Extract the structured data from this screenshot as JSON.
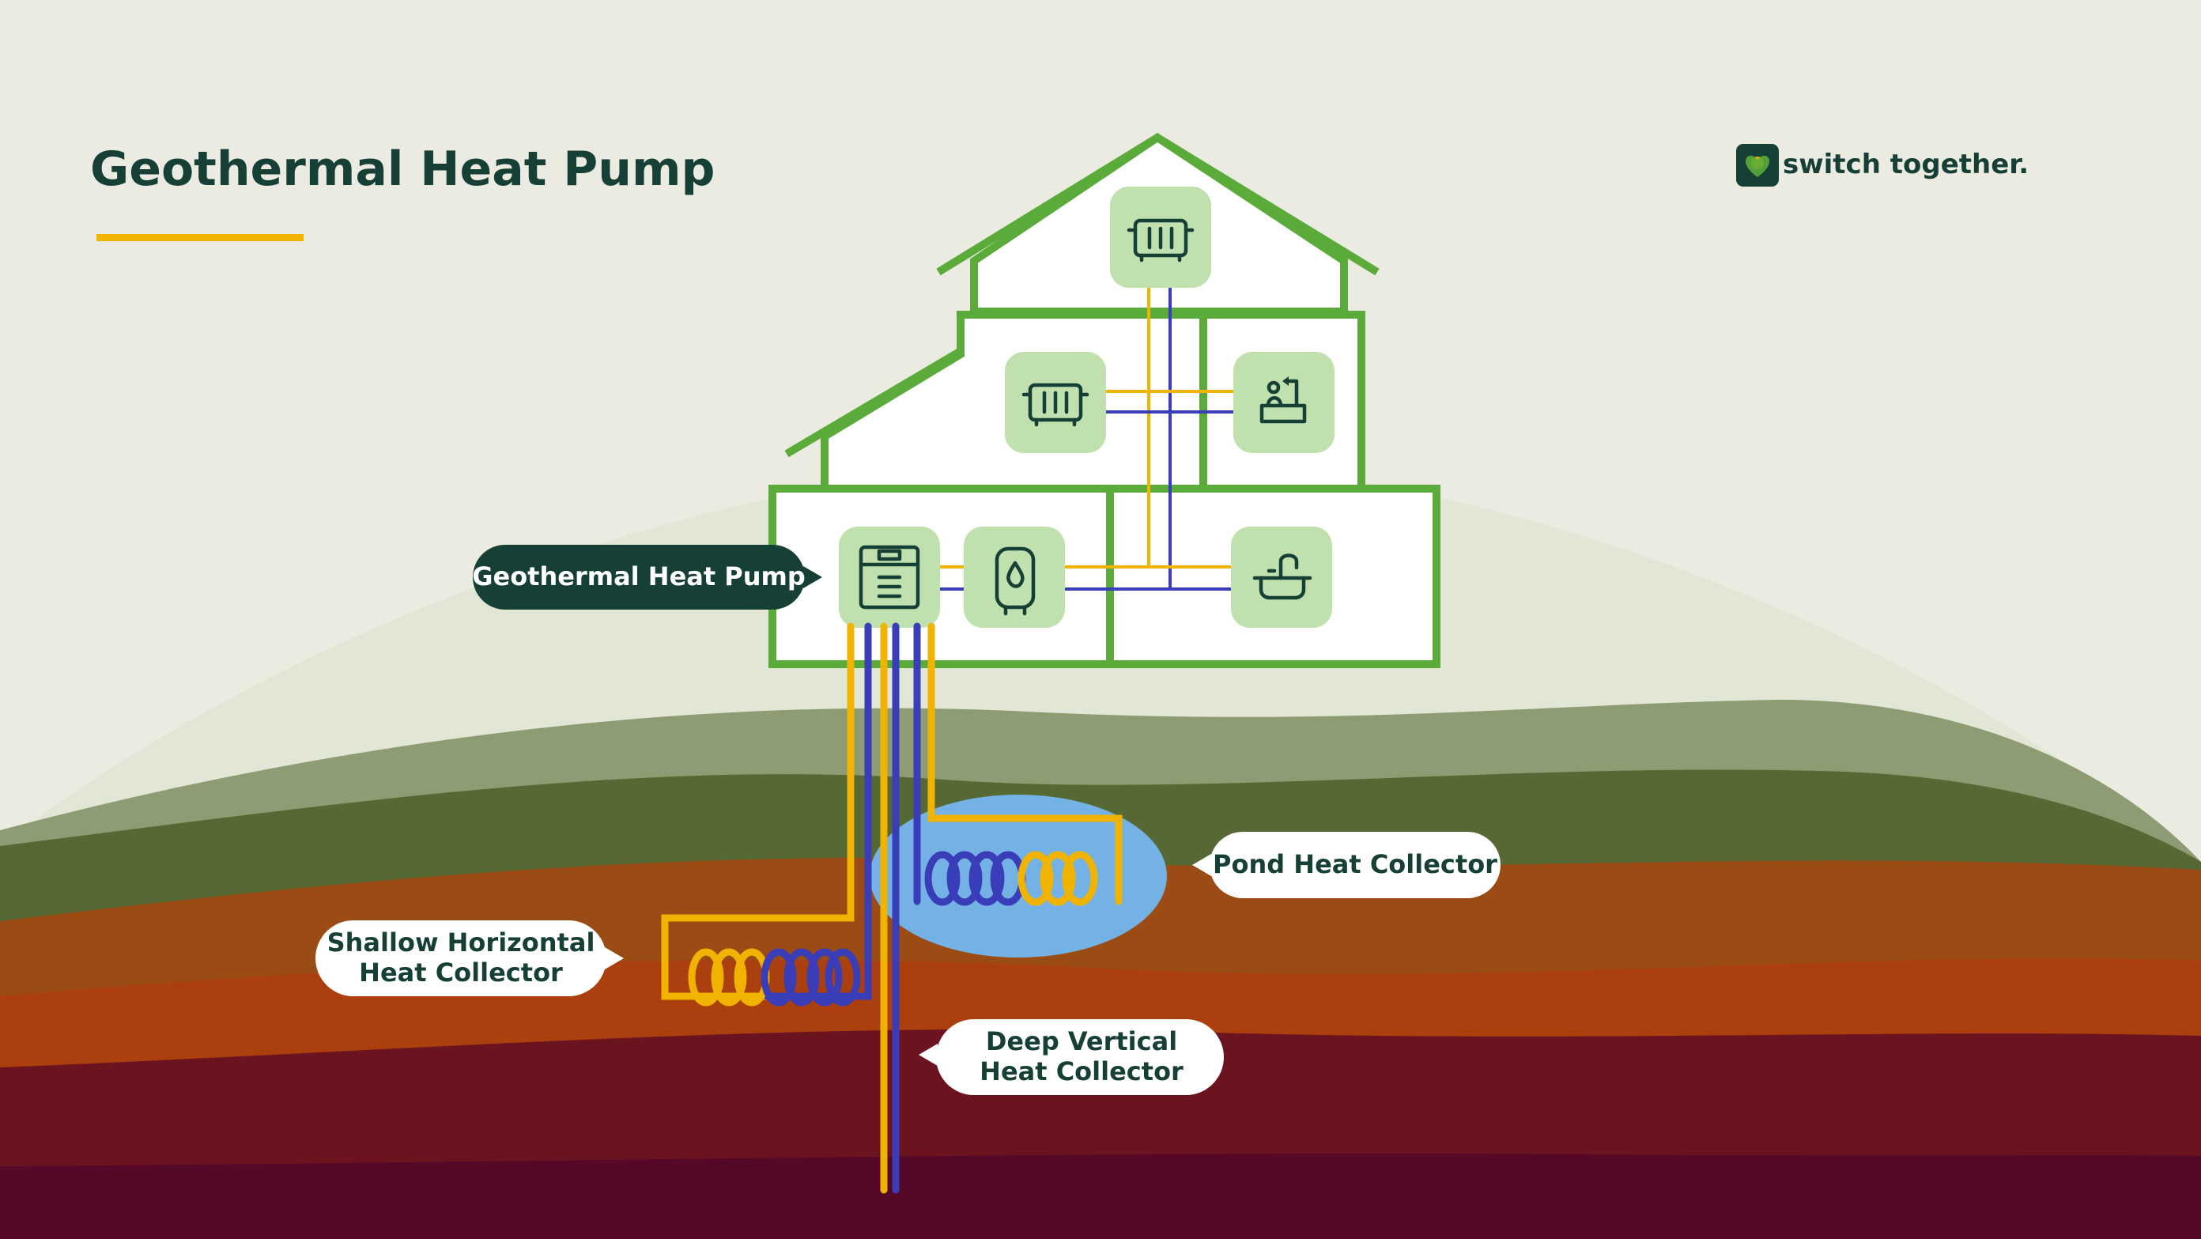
{
  "header": {
    "title": "Geothermal Heat Pump"
  },
  "brand": {
    "name": "switch together.",
    "icon": "heart-sun-logo-icon"
  },
  "callouts": {
    "heat_pump": "Geothermal Heat Pump",
    "pond": "Pond Heat Collector",
    "shallow_line1": "Shallow Horizontal",
    "shallow_line2": "Heat Collector",
    "deep_line1": "Deep Vertical",
    "deep_line2": "Heat Collector"
  },
  "rooms": [
    {
      "name": "attic",
      "icon": "radiator-icon"
    },
    {
      "name": "upper-floor",
      "icon": "radiator-icon"
    },
    {
      "name": "bathroom",
      "icon": "bathtub-shower-icon"
    },
    {
      "name": "basement",
      "icon": "heat-pump-unit-icon"
    },
    {
      "name": "basement",
      "icon": "water-heater-icon"
    },
    {
      "name": "kitchen",
      "icon": "sink-faucet-icon"
    }
  ],
  "colors": {
    "background": "#ebebe2",
    "house_outline": "#5aab3a",
    "icon_tile": "#c0e0ae",
    "warm_pipe": "#f0b400",
    "cold_pipe": "#3a3db8",
    "pond": "#74b2e6",
    "dark_label": "#163f35",
    "accent_underline": "#f0b400"
  }
}
